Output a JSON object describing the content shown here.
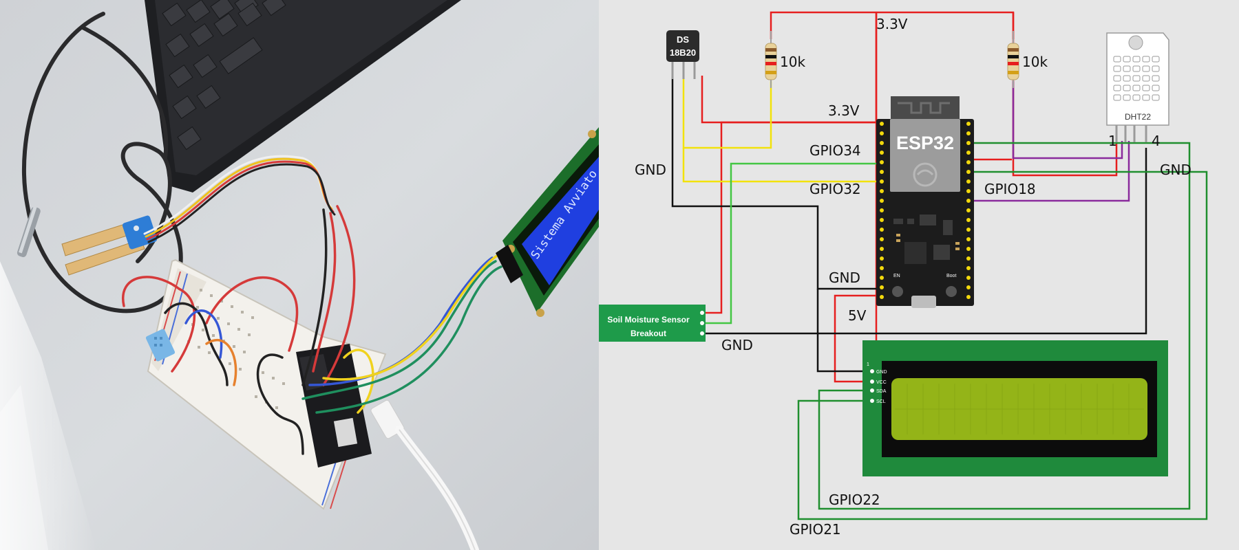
{
  "photo": {
    "lcd_text": "Sistema Avviato",
    "colors": {
      "desk": "#d7dadd",
      "lcd_backlight": "#1f3fe0",
      "pcb_green": "#1c6e2a"
    }
  },
  "schematic": {
    "labels": {
      "v33_top": "3.3V",
      "v33_mid": "3.3V",
      "r_left": "10k",
      "r_right": "10k",
      "gpio34": "GPIO34",
      "gpio32": "GPIO32",
      "gpio18": "GPIO18",
      "gnd_left": "GND",
      "gnd_mid": "GND",
      "gnd_bottom": "GND",
      "gnd_right": "GND",
      "v5": "5V",
      "gpio22": "GPIO22",
      "gpio21": "GPIO21",
      "dht_pin1": "1",
      "dht_pin4": "4"
    },
    "ds18b20": {
      "line1": "DS",
      "line2": "18B20"
    },
    "esp32": {
      "title": "ESP32",
      "btn_en": "EN",
      "btn_boot": "Boot"
    },
    "dht22": {
      "label": "DHT22"
    },
    "soil": {
      "line1": "Soil Moisture Sensor",
      "line2": "Breakout"
    },
    "lcd": {
      "pin_no": "1",
      "pins": [
        "GND",
        "VCC",
        "SDA",
        "SCL"
      ]
    },
    "colors": {
      "wire_red": "#e61e1e",
      "wire_black": "#111111",
      "wire_yellow": "#f2e20a",
      "wire_green_light": "#43c643",
      "wire_green_dark": "#1f8f2e",
      "wire_purple": "#8a2a9c",
      "background": "#e6e6e6",
      "lcd_screen": "#94b418"
    }
  }
}
